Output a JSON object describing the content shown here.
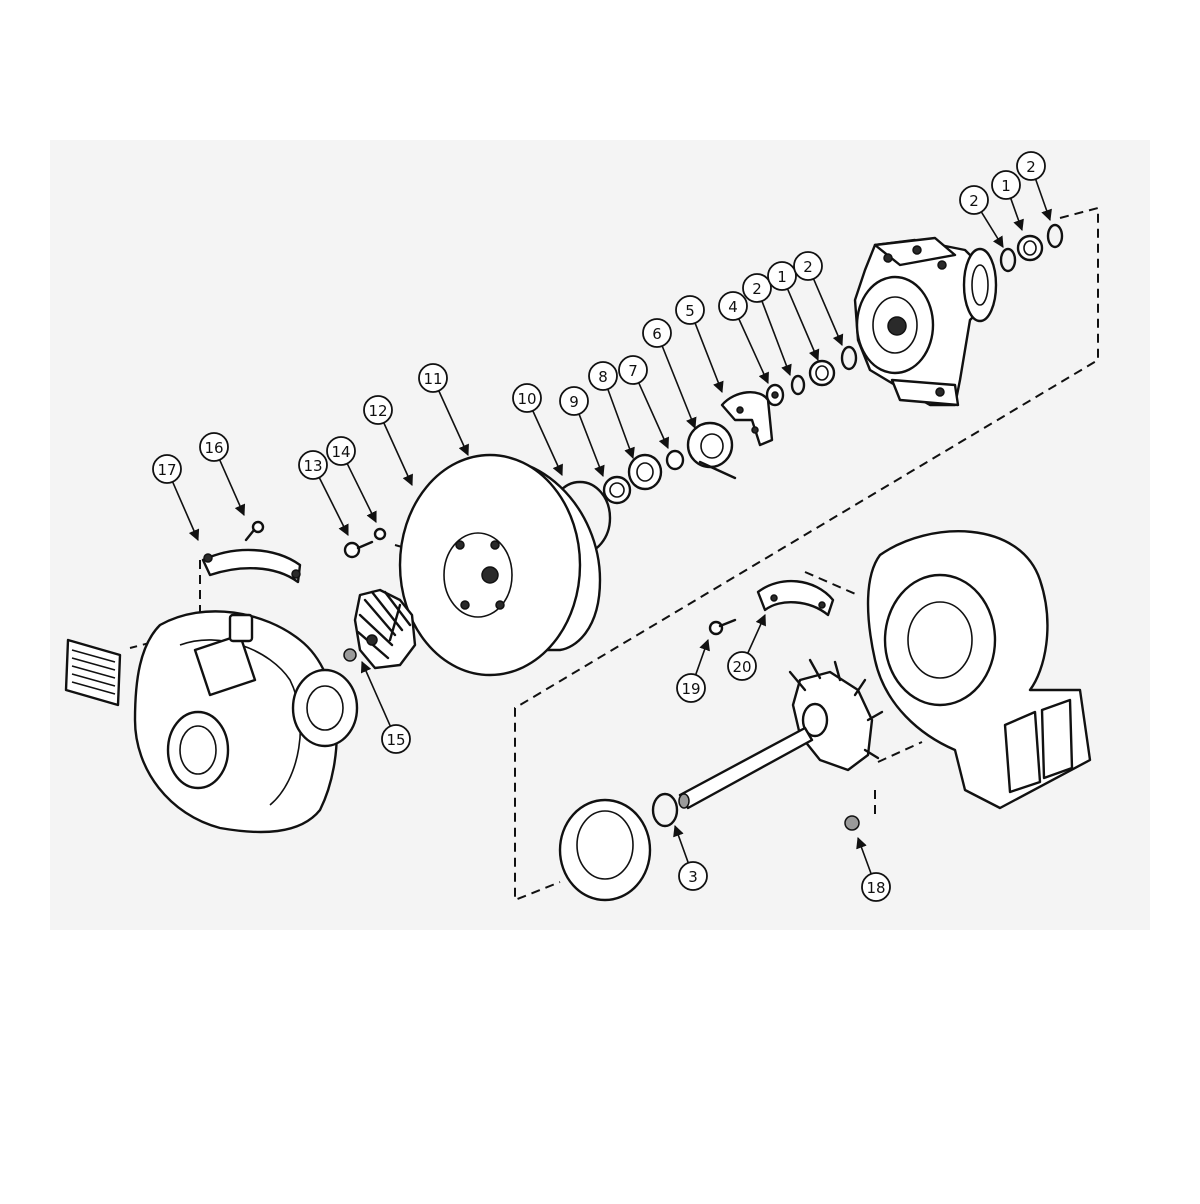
{
  "callouts": [
    {
      "label": "1"
    },
    {
      "label": "2"
    },
    {
      "label": "2"
    },
    {
      "label": "2"
    },
    {
      "label": "1"
    },
    {
      "label": "2"
    },
    {
      "label": "4"
    },
    {
      "label": "5"
    },
    {
      "label": "6"
    },
    {
      "label": "7"
    },
    {
      "label": "8"
    },
    {
      "label": "9"
    },
    {
      "label": "10"
    },
    {
      "label": "11"
    },
    {
      "label": "12"
    },
    {
      "label": "13"
    },
    {
      "label": "14"
    },
    {
      "label": "16"
    },
    {
      "label": "17"
    },
    {
      "label": "15"
    },
    {
      "label": "19"
    },
    {
      "label": "20"
    },
    {
      "label": "3"
    },
    {
      "label": "18"
    }
  ]
}
